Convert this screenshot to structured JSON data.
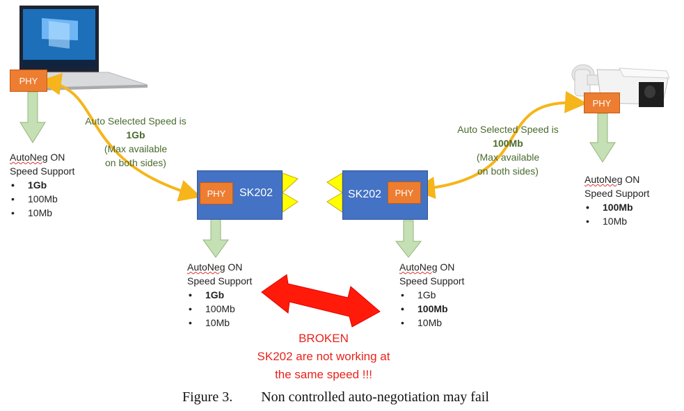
{
  "top_fragment": "...",
  "phy_label": "PHY",
  "sk_label": "SK202",
  "laptop_speed": {
    "line1": "Auto Selected Speed is",
    "speed": "1Gb",
    "line3": "(Max available",
    "line4": "on both sides)"
  },
  "camera_speed": {
    "line1": "Auto Selected Speed is",
    "speed": "100Mb",
    "line3": "(Max available",
    "line4": "on both sides)"
  },
  "laptop_support": {
    "autoneg": "AutoNeg",
    "on": " ON",
    "title": "Speed Support",
    "items": [
      "1Gb",
      "100Mb",
      "10Mb"
    ],
    "bold_index": 0
  },
  "camera_support": {
    "autoneg": "AutoNeg",
    "on": " ON",
    "title": "Speed Support",
    "items": [
      "100Mb",
      "10Mb"
    ],
    "bold_index": 0
  },
  "sk_left_support": {
    "autoneg": "AutoNeg",
    "on": " ON",
    "title": "Speed Support",
    "items": [
      "1Gb",
      "100Mb",
      "10Mb"
    ],
    "bold_index": 0
  },
  "sk_right_support": {
    "autoneg": "AutoNeg",
    "on": " ON",
    "title": "Speed Support",
    "items": [
      "1Gb",
      "100Mb",
      "10Mb"
    ],
    "bold_index": 1
  },
  "broken": {
    "line1": "BROKEN",
    "line2": "SK202 are not working at",
    "line3": "the same speed !!!"
  },
  "caption": {
    "number": "Figure 3.",
    "text": "Non controlled auto-negotiation may fail"
  },
  "colors": {
    "phy": "#ed7d31",
    "sk_box": "#4472c4",
    "connector": "#f5b51b",
    "down_arrow": "#c5e0b4",
    "broken": "#e8231c",
    "triangle": "#ffff00"
  }
}
